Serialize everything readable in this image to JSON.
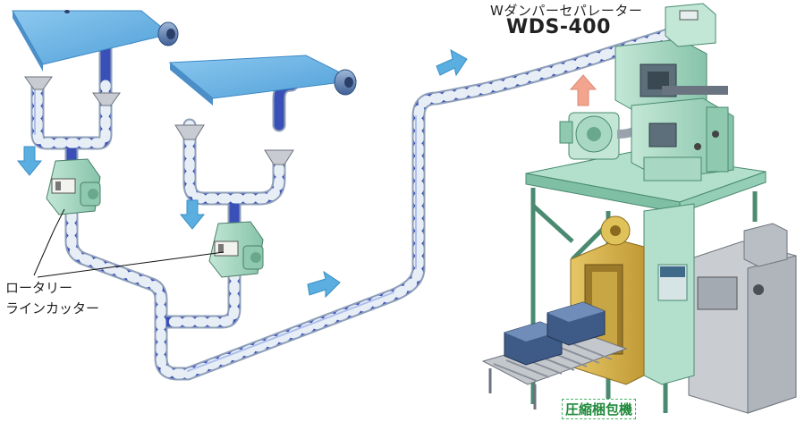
{
  "separator": {
    "label_sub": "Wダンパーセパレーター",
    "label_model": "WDS-400"
  },
  "cutter": {
    "label_line1": "ロータリー",
    "label_line2": "ラインカッター"
  },
  "baler": {
    "label": "圧縮梱包機"
  },
  "colors": {
    "duct_blue": "#3a4fb8",
    "duct_white": "#e8eef6",
    "sheet_blue": "#6fb6e8",
    "arrow_blue": "#5aaee0",
    "arrow_pink": "#f2a48e",
    "machine_green": "#a8d8c4",
    "baler_yellow": "#d8b24a",
    "label_green": "#1f8a3a"
  },
  "icons": [
    "flow-arrow-icon",
    "exhaust-arrow-icon"
  ]
}
